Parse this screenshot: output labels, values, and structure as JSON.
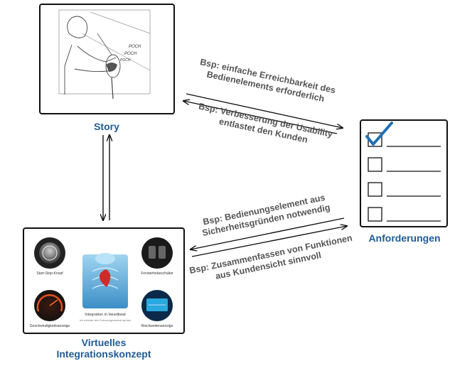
{
  "nodes": {
    "story": {
      "label": "Story",
      "sketch_text": [
        "POCH",
        "POCH",
        "POCH"
      ]
    },
    "requirements": {
      "label": "Anforderungen"
    },
    "concept": {
      "label_line1": "Virtuelles",
      "label_line2": "Integrationskonzept",
      "tiles": {
        "start_stop": "Start-Stop-Knopf",
        "window_switch": "Fensterhebeschalter",
        "speedometer": "Geschwindigkeitsanzeige",
        "range_display": "Reichweitenanzeige",
        "center_title": "Integration in Heartbeat",
        "center_subtitle": "Ich möchte den Fahrzeugzustand spüren"
      }
    }
  },
  "edges": {
    "story_to_req": {
      "line1": "Bsp: einfache Erreichbarkeit des",
      "line2": "Bedienelements erforderlich"
    },
    "req_to_story": {
      "line1": "Bsp: Verbesserung der Usability",
      "line2": "entlastet den Kunden"
    },
    "req_to_concept": {
      "line1": "Bsp: Bedienungselement aus",
      "line2": "Sicherheitsgründen notwendig"
    },
    "concept_to_req": {
      "line1": "Bsp: Zusammenfassen von Funktionen",
      "line2": "aus Kundensicht sinnvoll"
    }
  },
  "checklist": {
    "rows": 4,
    "checked": [
      true,
      false,
      false,
      false
    ]
  },
  "colors": {
    "label_blue": "#1f5b95",
    "check_blue": "#1f6fb5",
    "edge_text": "#555555"
  }
}
